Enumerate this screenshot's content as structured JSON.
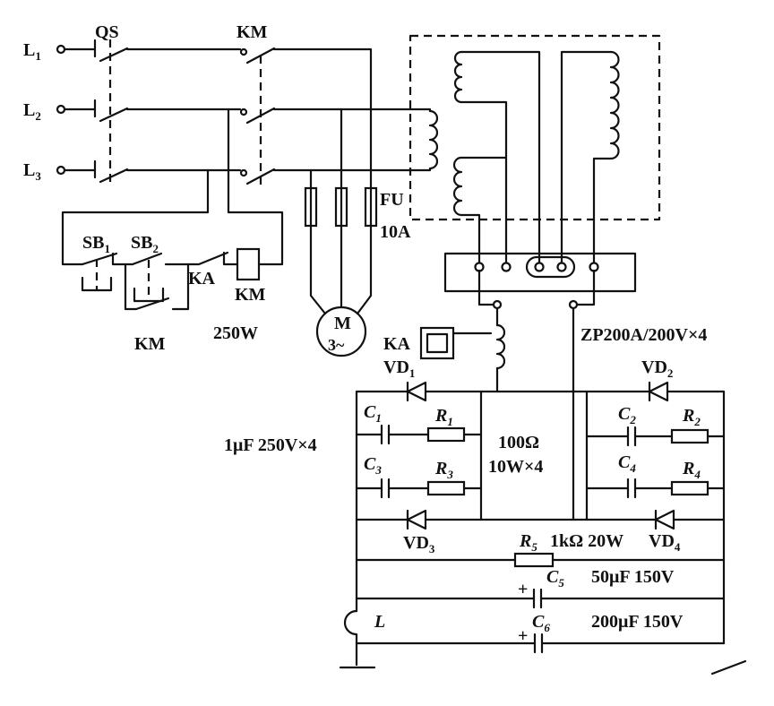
{
  "colors": {
    "ink": "#111111",
    "background": "#ffffff"
  },
  "power": {
    "l1": {
      "main": "L",
      "sub": "1"
    },
    "l2": {
      "main": "L",
      "sub": "2"
    },
    "l3": {
      "main": "L",
      "sub": "3"
    },
    "qs": "QS",
    "km": "KM",
    "fu": "FU",
    "fu_rating": "10A",
    "motor": "M",
    "motor_phase": "3~"
  },
  "control": {
    "sb1": {
      "main": "SB",
      "sub": "1"
    },
    "sb2": {
      "main": "SB",
      "sub": "2"
    },
    "ka": "KA",
    "km_coil": "KM",
    "km_hold": "KM",
    "power": "250W"
  },
  "rectifier": {
    "relay": "KA",
    "bridge": "ZP200A/200V×4"
  },
  "bridge": {
    "vd1": {
      "main": "VD",
      "sub": "1"
    },
    "vd2": {
      "main": "VD",
      "sub": "2"
    },
    "vd3": {
      "main": "VD",
      "sub": "3"
    },
    "vd4": {
      "main": "VD",
      "sub": "4"
    },
    "c1": {
      "main": "C",
      "sub": "1"
    },
    "r1": {
      "main": "R",
      "sub": "1"
    },
    "c2": {
      "main": "C",
      "sub": "2"
    },
    "r2": {
      "main": "R",
      "sub": "2"
    },
    "c3": {
      "main": "C",
      "sub": "3"
    },
    "r3": {
      "main": "R",
      "sub": "3"
    },
    "c4": {
      "main": "C",
      "sub": "4"
    },
    "r4": {
      "main": "R",
      "sub": "4"
    },
    "cap_rating": "1μF 250V×4",
    "res_rating": "100Ω",
    "res_power": "10W×4"
  },
  "output": {
    "r5": {
      "main": "R",
      "sub": "5"
    },
    "r5_rating": "1kΩ 20W",
    "c5": {
      "main": "C",
      "sub": "5"
    },
    "c5_plus": "+",
    "c5_rating": "50μF 150V",
    "c6": {
      "main": "C",
      "sub": "6"
    },
    "c6_plus": "+",
    "c6_rating": "200μF 150V",
    "load": "L"
  }
}
